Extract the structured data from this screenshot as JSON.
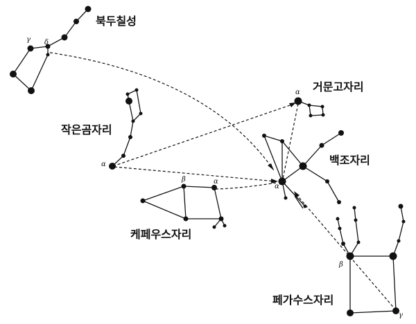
{
  "labels": {
    "big_dipper": "북두칠성",
    "little_dipper": "작은곰자리",
    "cepheus": "케페우스자리",
    "cassiopeia": "거문고자리",
    "cygnus": "백조자리",
    "pegasus": "페가수스자리"
  },
  "greek": {
    "gamma_dipper": "γ",
    "delta_dipper": "δ",
    "alpha_polaris": "α",
    "beta_cepheus": "β",
    "alpha_cepheus": "α",
    "alpha_lyra": "α",
    "alpha_cygnus": "α",
    "beta_pegasus": "β",
    "gamma_pegasus": "γ"
  }
}
